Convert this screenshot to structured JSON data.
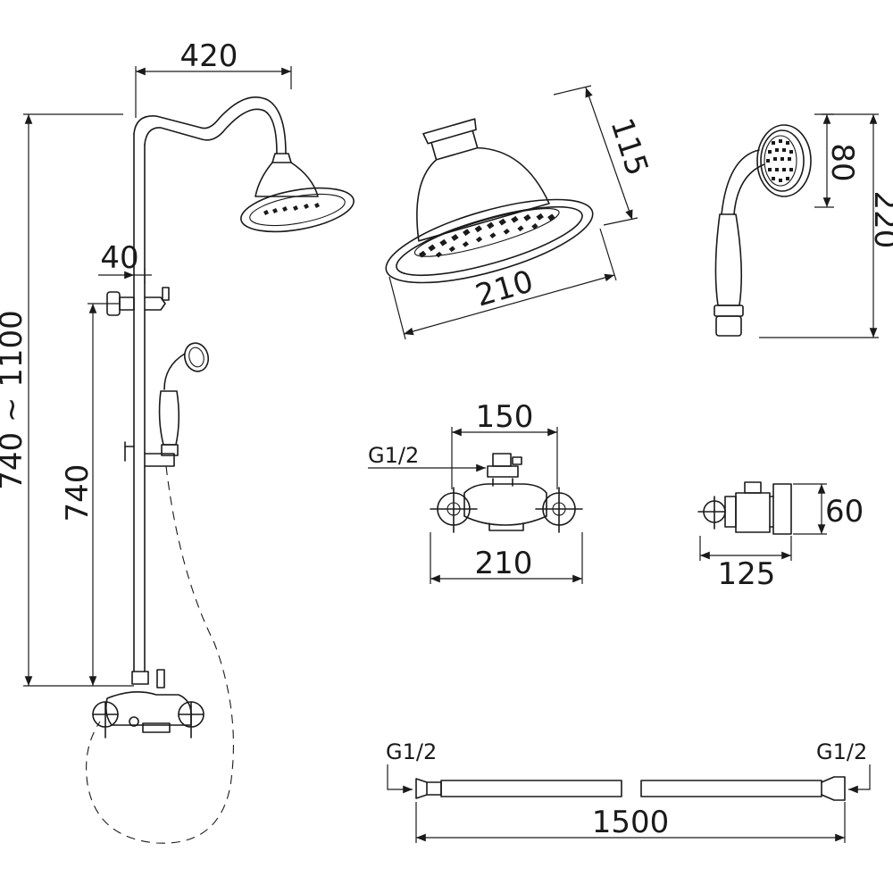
{
  "diagram": {
    "main_assembly": {
      "top_width": "420",
      "wall_offset": "40",
      "total_height": "740 ~ 1100",
      "mixer_height": "740"
    },
    "overhead_shower": {
      "height": "115",
      "diameter": "210"
    },
    "hand_shower": {
      "head_diameter": "80",
      "length": "220"
    },
    "mixer_front": {
      "inlet": "G1/2",
      "top_width": "150",
      "bottom_width": "210"
    },
    "mixer_side": {
      "height": "60",
      "depth": "125"
    },
    "hose": {
      "left_thread": "G1/2",
      "right_thread": "G1/2",
      "length": "1500"
    }
  }
}
